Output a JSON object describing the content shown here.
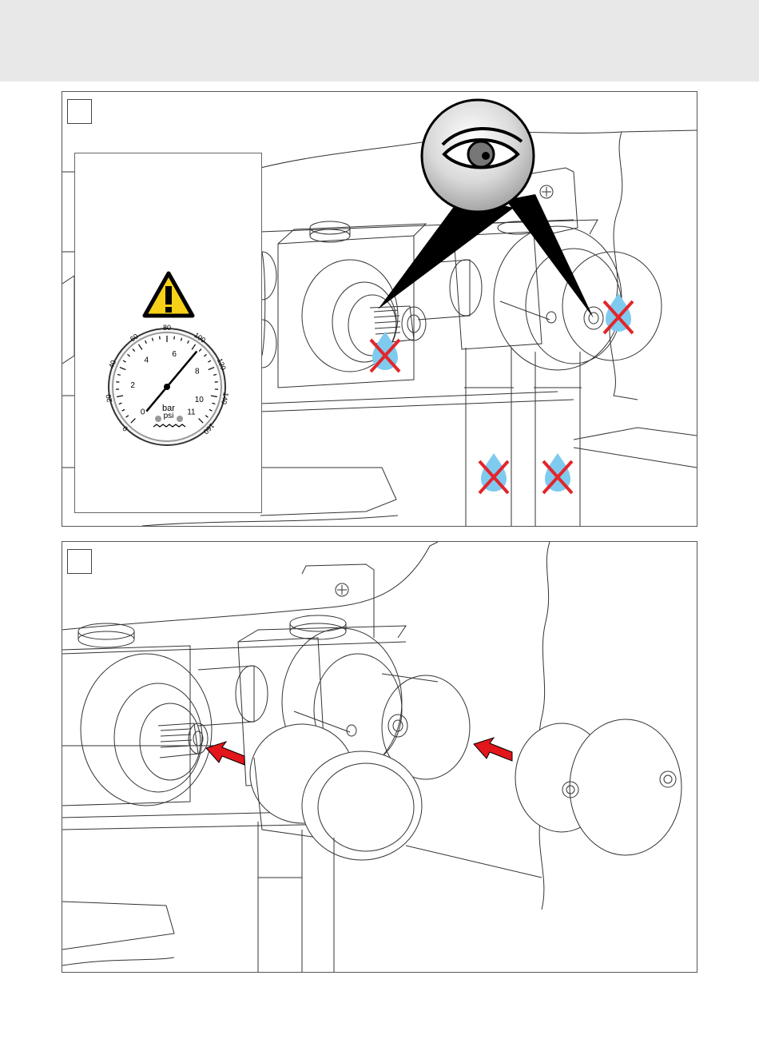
{
  "steps": [
    {
      "number": ""
    },
    {
      "number": ""
    }
  ],
  "gauge": {
    "bar_labels": [
      "0",
      "2",
      "4",
      "6",
      "8",
      "10",
      "11"
    ],
    "psi_labels": [
      "0",
      "20",
      "40",
      "60",
      "80",
      "100",
      "120",
      "140",
      "160"
    ],
    "unit_bar": "bar",
    "unit_psi": "psi"
  },
  "icons": {
    "warning": "warning-triangle-icon",
    "inspect": "eye-icon",
    "no_leak": "no-water-drop-icon",
    "push": "red-arrow-icon"
  },
  "colors": {
    "warning_yellow": "#f7d117",
    "cross_red": "#e2262b",
    "drop_blue": "#7fcbef",
    "arrow_red": "#e3161b",
    "line": "#333333"
  }
}
